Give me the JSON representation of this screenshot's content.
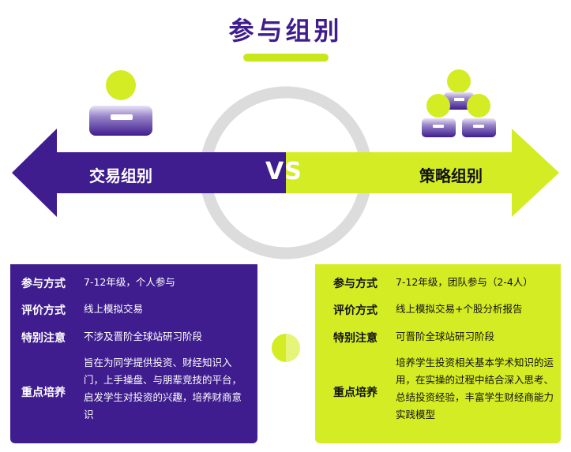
{
  "title": "参与组别",
  "vs_text": "VS",
  "left_group": {
    "label": "交易组别",
    "rows": [
      {
        "key": "参与方式",
        "value": "7-12年级，个人参与"
      },
      {
        "key": "评价方式",
        "value": "线上模拟交易"
      },
      {
        "key": "特别注意",
        "value": "不涉及晋阶全球站研习阶段"
      },
      {
        "key": "重点培养",
        "value": "旨在为同学提供投资、财经知识入门，上手操盘、与朋辈竞技的平台，启发学生对投资的兴趣，培养财商意识"
      }
    ]
  },
  "right_group": {
    "label": "策略组别",
    "rows": [
      {
        "key": "参与方式",
        "value": "7-12年级，团队参与（2-4人）"
      },
      {
        "key": "评价方式",
        "value": "线上模拟交易+个股分析报告"
      },
      {
        "key": "特别注意",
        "value": "可晋阶全球站研习阶段"
      },
      {
        "key": "重点培养",
        "value": "培养学生投资相关基本学术知识的运用，在实操的过程中结合深入思考、总结投资经验，丰富学生财经商能力实践模型"
      }
    ]
  },
  "colors": {
    "purple": "#3f1d8f",
    "lime": "#d4ec24",
    "ring": "#dcdcdc",
    "text_dark": "#111111",
    "text_light": "#ffffff"
  },
  "icons": {
    "left": "single-person-icon",
    "right": "team-icon"
  }
}
